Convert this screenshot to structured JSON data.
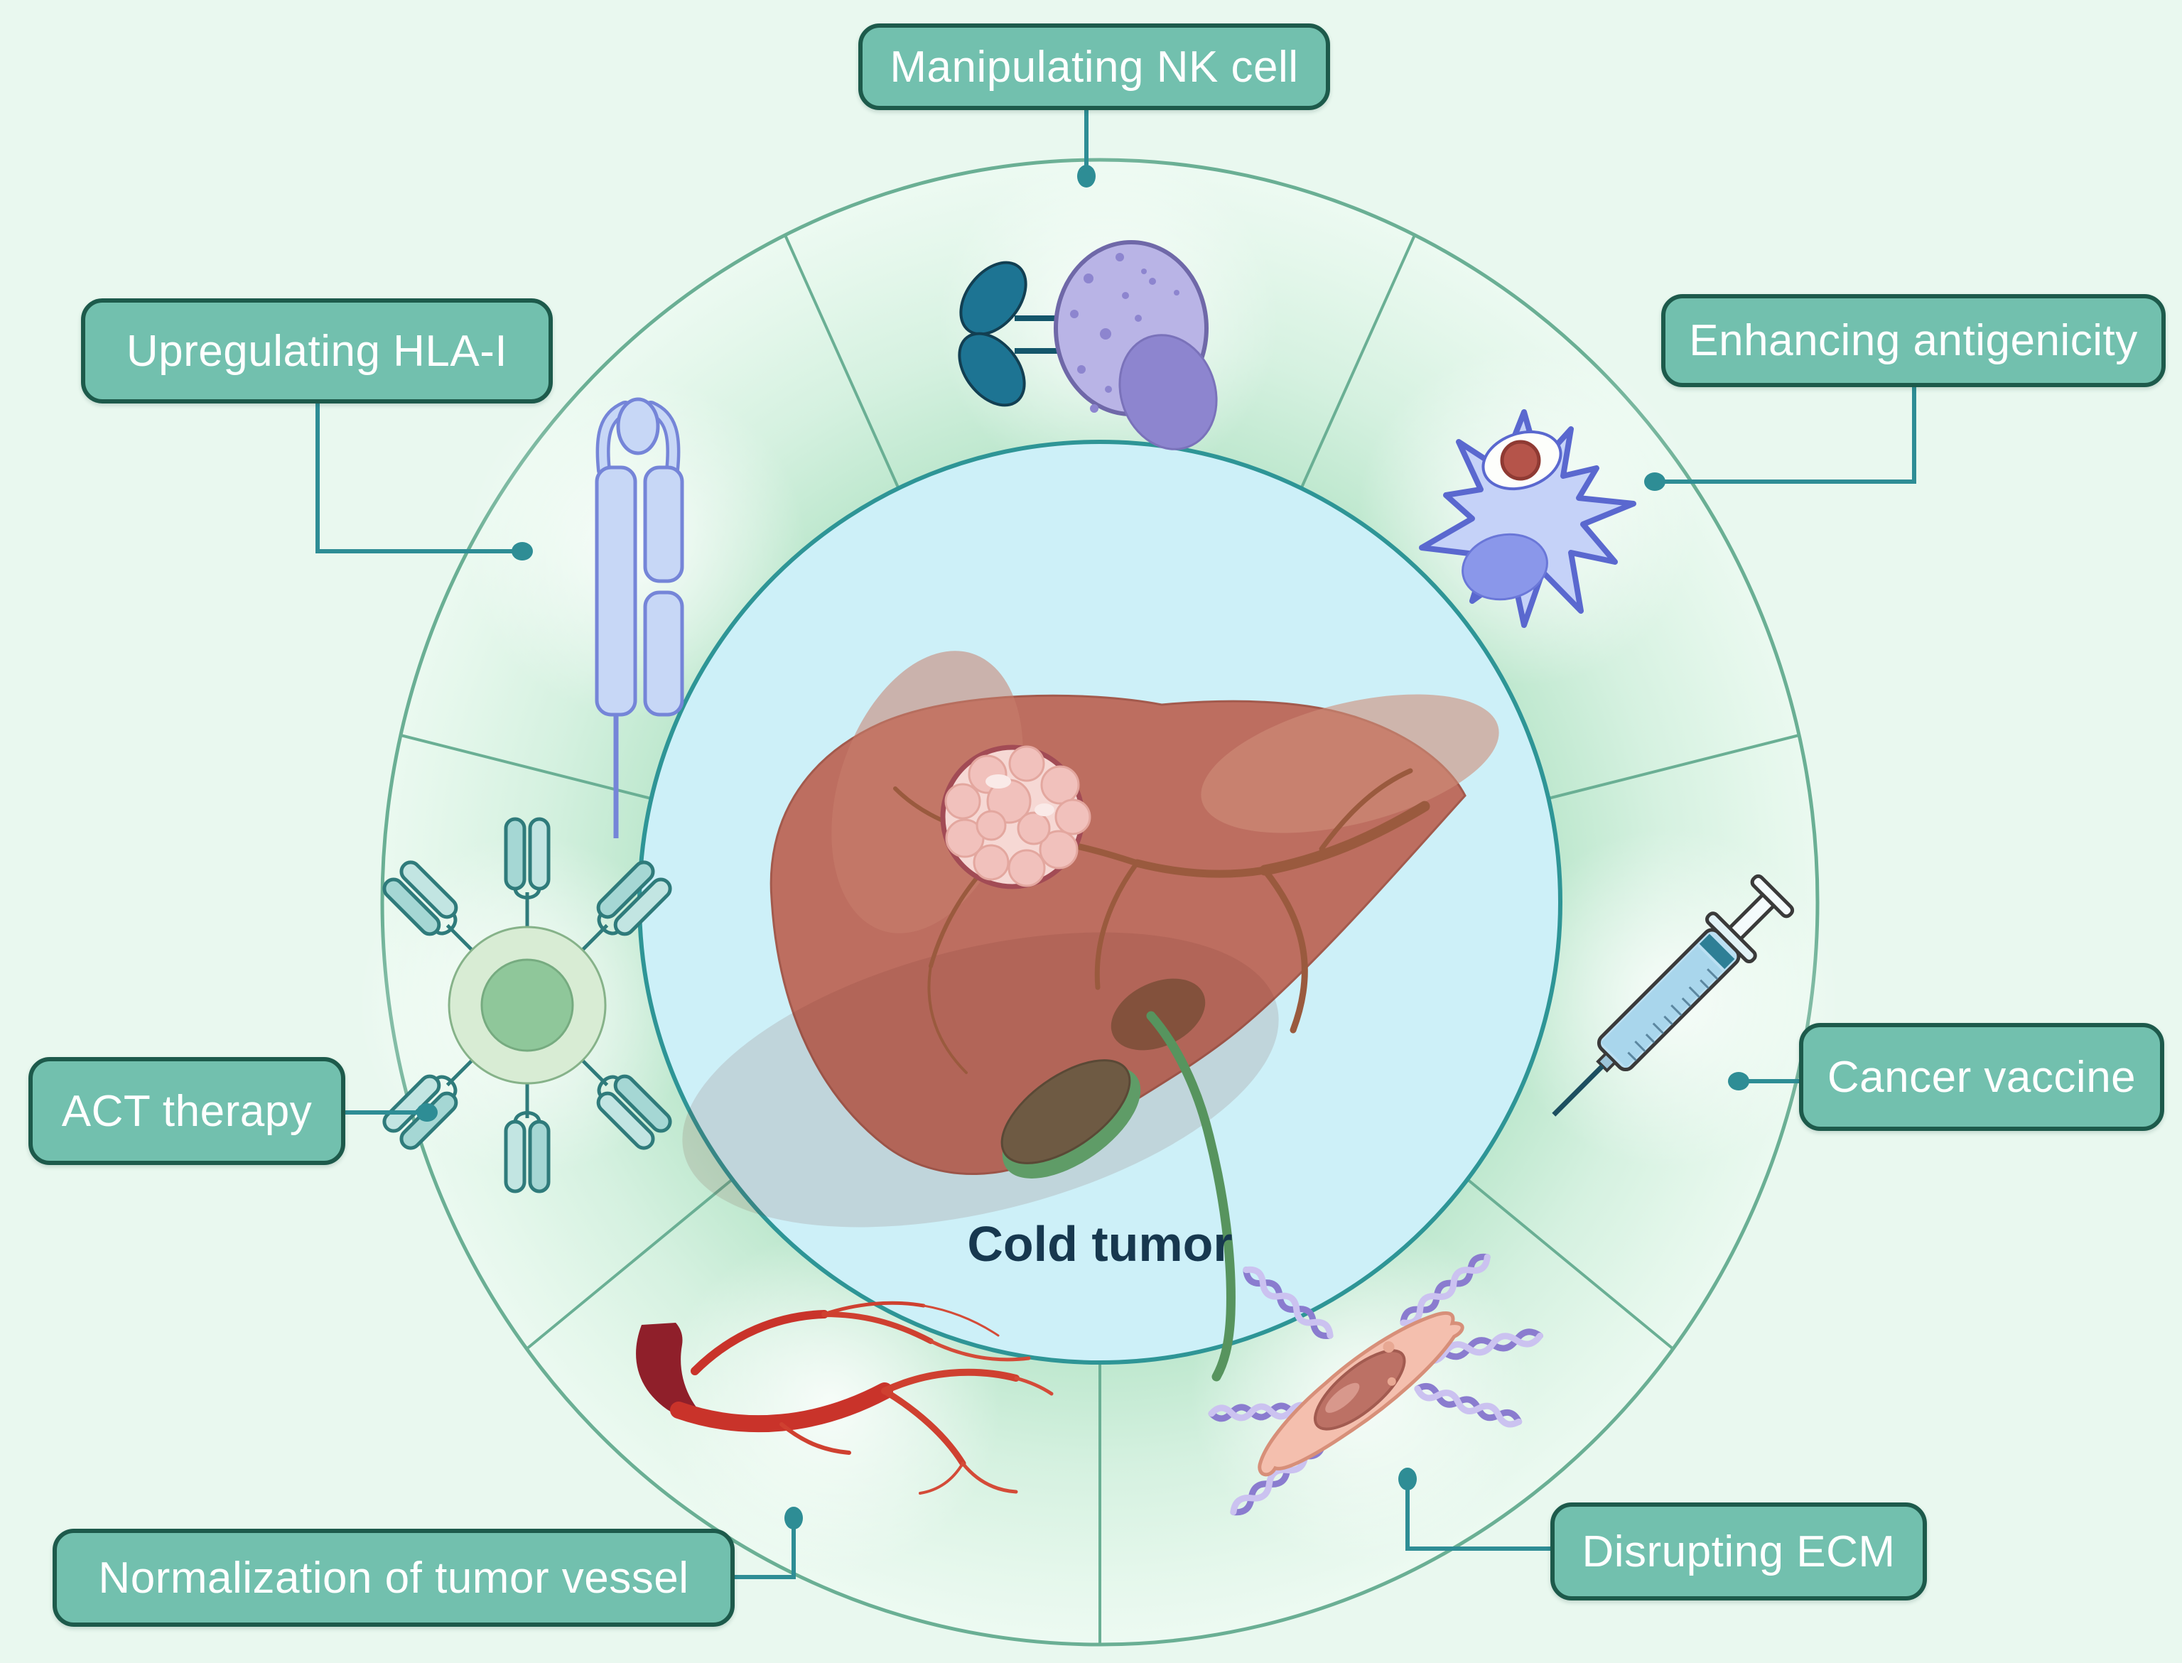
{
  "figure": {
    "center_label": "Cold tumor",
    "center_illustration": "liver-with-tumor",
    "strategies": [
      {
        "id": "manipulating-nk-cell",
        "label": "Manipulating NK cell",
        "icon": "nk-cell-icon",
        "position": "top"
      },
      {
        "id": "enhancing-antigenicity",
        "label": "Enhancing antigenicity",
        "icon": "dendritic-cell-icon",
        "position": "upper-right"
      },
      {
        "id": "cancer-vaccine",
        "label": "Cancer vaccine",
        "icon": "syringe-icon",
        "position": "right"
      },
      {
        "id": "disrupting-ecm",
        "label": "Disrupting ECM",
        "icon": "fibroblast-ecm-icon",
        "position": "bottom-right"
      },
      {
        "id": "normalization-of-tumor-vessel",
        "label": "Normalization of tumor vessel",
        "icon": "blood-vessel-icon",
        "position": "bottom-left"
      },
      {
        "id": "act-therapy",
        "label": "ACT therapy",
        "icon": "car-t-cell-icon",
        "position": "left"
      },
      {
        "id": "upregulating-hla-i",
        "label": "Upregulating HLA-I",
        "icon": "hla-i-molecule-icon",
        "position": "upper-left"
      }
    ],
    "colors": {
      "background": "#e9f8ef",
      "label_fill": "#72c0ae",
      "label_border": "#1d5a4b",
      "label_text": "#ffffff",
      "connector": "#2e8d95",
      "ring_border": "#6aaf94",
      "ring_inner_tint": "#bfe8cf",
      "inner_circle_fill": "#cdf0f8",
      "inner_circle_border": "#2e9596",
      "center_text": "#17384f"
    }
  }
}
